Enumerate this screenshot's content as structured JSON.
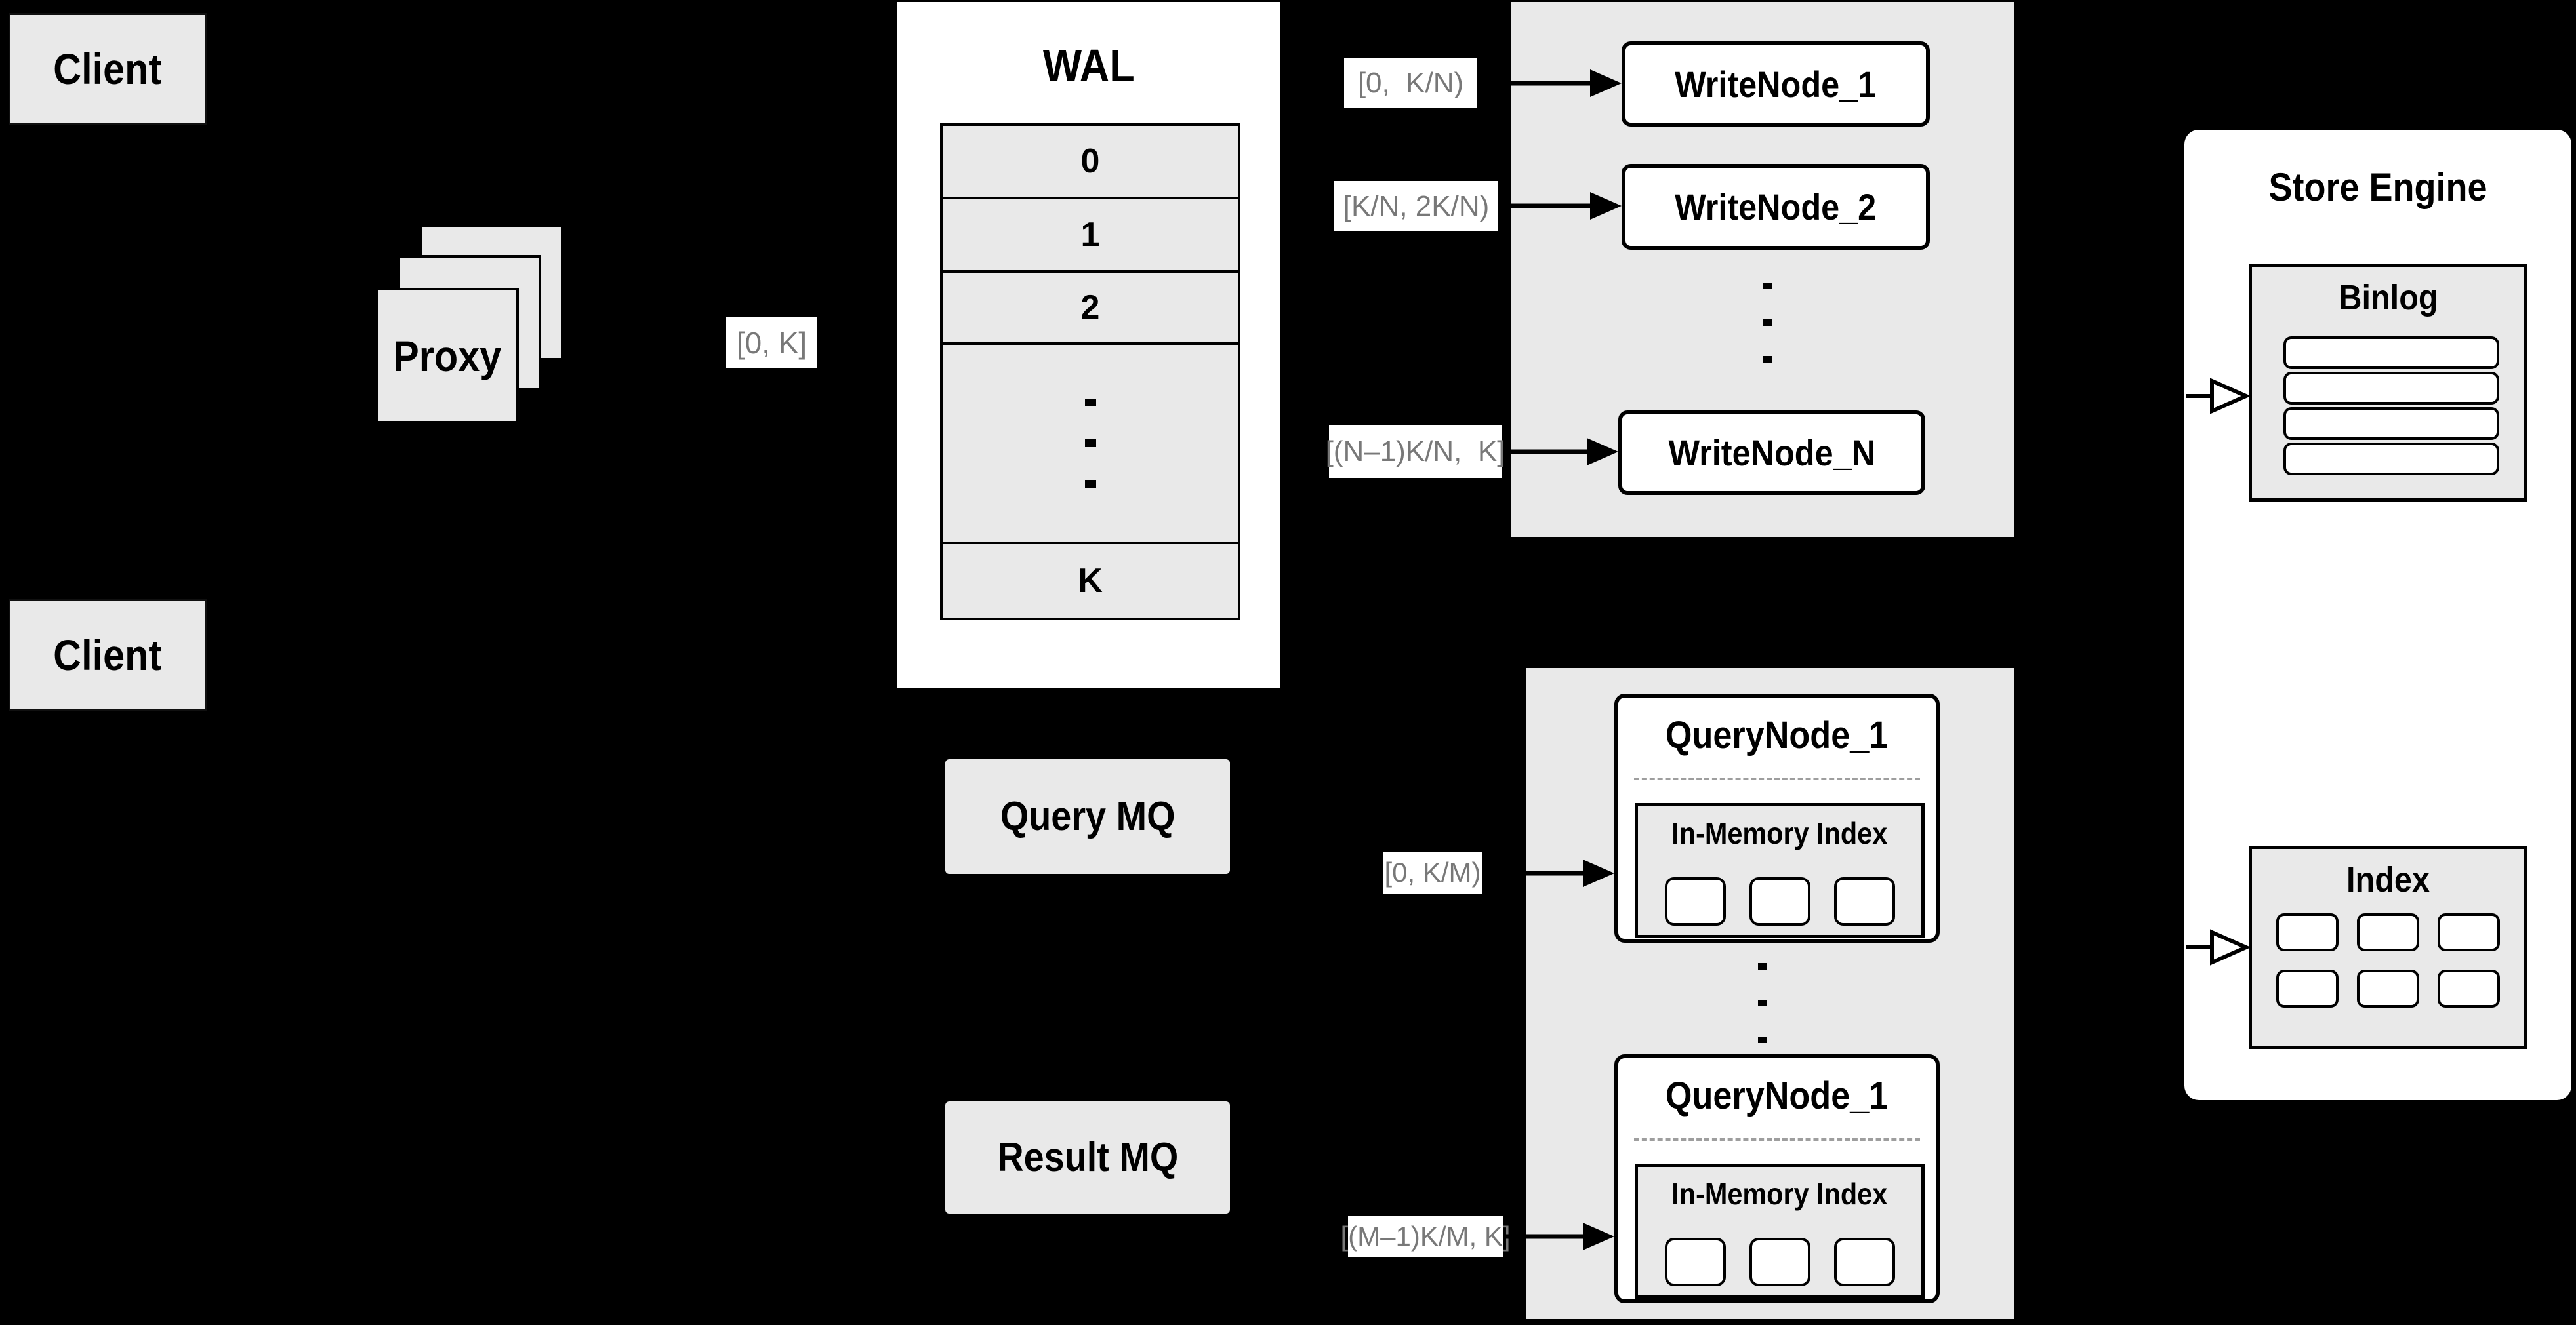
{
  "colors": {
    "background": "#000000",
    "panel": "#e9e9e9",
    "box_fill": "#ffffff",
    "border": "#000000",
    "range_text": "#787878",
    "dashed": "#9e9e9e"
  },
  "clients": {
    "top": "Client",
    "bottom": "Client"
  },
  "proxy": {
    "label": "Proxy",
    "range": "[0, K]"
  },
  "wal": {
    "title": "WAL",
    "rows": [
      "0",
      "1",
      "2",
      "K"
    ]
  },
  "write_nodes": {
    "ranges": [
      "[0,  K/N)",
      "[K/N, 2K/N)",
      "[(N–1)K/N,  K]"
    ],
    "nodes": [
      "WriteNode_1",
      "WriteNode_2",
      "WriteNode_N"
    ]
  },
  "mq": {
    "query": "Query MQ",
    "result": "Result MQ"
  },
  "query_nodes": {
    "ranges": [
      "[0, K/M)",
      "[(M–1)K/M, K]"
    ],
    "nodes": [
      {
        "title": "QueryNode_1",
        "index_label": "In-Memory Index"
      },
      {
        "title": "QueryNode_1",
        "index_label": "In-Memory Index"
      }
    ]
  },
  "store_engine": {
    "title": "Store Engine",
    "binlog": "Binlog",
    "index": "Index"
  }
}
